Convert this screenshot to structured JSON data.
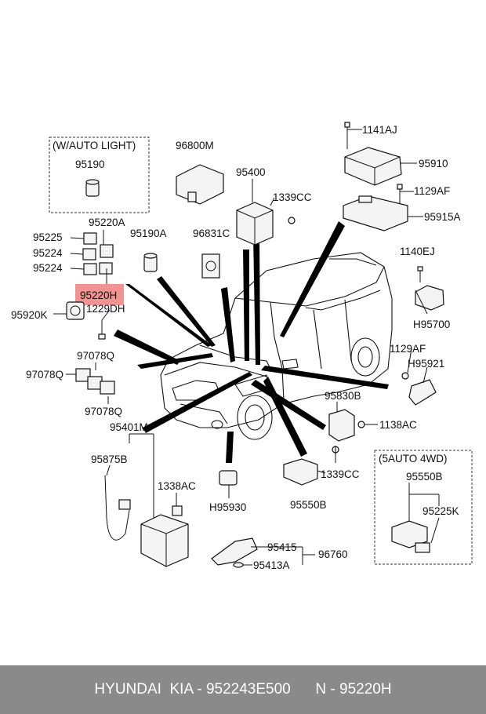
{
  "boxes": {
    "auto_light": "(W/AUTO LIGHT)",
    "auto_4wd": "(5AUTO 4WD)"
  },
  "labels": {
    "p1141AJ": "1141AJ",
    "p95190": "95190",
    "p96800M": "96800M",
    "p95910": "95910",
    "p95400": "95400",
    "p1339CC_a": "1339CC",
    "p1129AF_a": "1129AF",
    "p95915A": "95915A",
    "p95220A": "95220A",
    "p95225": "95225",
    "p95190A": "95190A",
    "p96831C": "96831C",
    "p95224_a": "95224",
    "p95224_b": "95224",
    "p1140EJ": "1140EJ",
    "p95220H": "95220H",
    "p95920K": "95920K",
    "p1229DH": "1229DH",
    "pH95700": "H95700",
    "p97078Q_a": "97078Q",
    "p97078Q_b": "97078Q",
    "p97078Q_c": "97078Q",
    "p1129AF_b": "1129AF",
    "pH95921": "H95921",
    "p95830B": "95830B",
    "p95401M": "95401M",
    "p1138AC": "1138AC",
    "p5auto_95550B": "95550B",
    "p95875B": "95875B",
    "p1339CC_b": "1339CC",
    "p95225K": "95225K",
    "p1338AC": "1338AC",
    "pH95930": "H95930",
    "p95550B": "95550B",
    "p95415": "95415",
    "p96760": "96760",
    "p95413A": "95413A"
  },
  "highlight": {
    "part": "95220H",
    "color": "#f08080"
  },
  "footer": {
    "text": "HYUNDAI  KIA - 952243E500      N - 95220H"
  }
}
